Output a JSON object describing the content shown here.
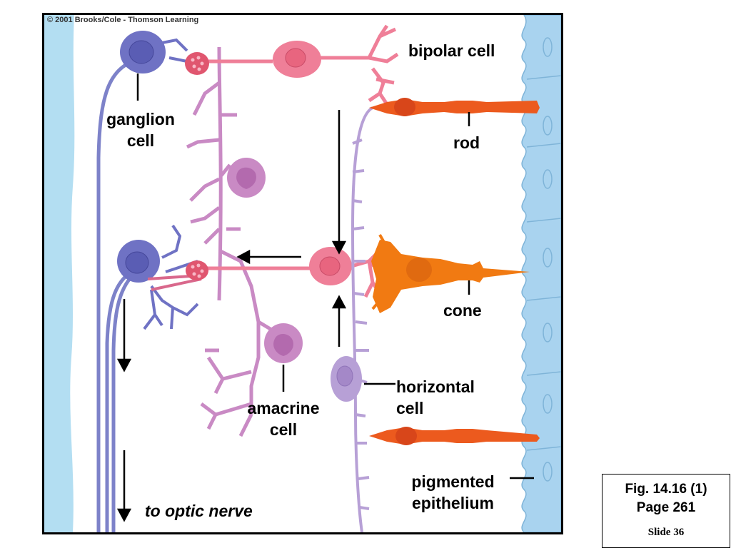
{
  "figure": {
    "copyright": "© 2001 Brooks/Cole - Thomson Learning",
    "labels": {
      "bipolar_cell": "bipolar cell",
      "ganglion_cell_line1": "ganglion",
      "ganglion_cell_line2": "cell",
      "rod": "rod",
      "cone": "cone",
      "horizontal_cell_line1": "horizontal",
      "horizontal_cell_line2": "cell",
      "amacrine_cell_line1": "amacrine",
      "amacrine_cell_line2": "cell",
      "pigmented_epithelium_line1": "pigmented",
      "pigmented_epithelium_line2": "epithelium",
      "optic_nerve": "to optic nerve"
    },
    "colors": {
      "ganglion": "#6f72c4",
      "bipolar": "#ef7f98",
      "amacrine": "#c98ac4",
      "horizontal": "#b7a0d6",
      "rod": "#ec5a1e",
      "cone": "#f17a12",
      "epithelium": "#a9d3ef",
      "optic_fiber": "#7d82c9"
    }
  },
  "caption": {
    "fig": "Fig. 14.16 (1)",
    "page": "Page 261",
    "slide": "Slide 36"
  }
}
